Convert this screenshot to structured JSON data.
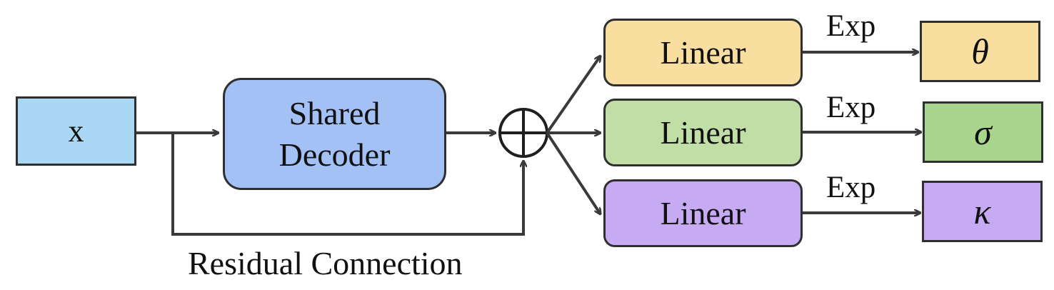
{
  "input": {
    "label": "x"
  },
  "decoder": {
    "line1": "Shared",
    "line2": "Decoder"
  },
  "residual": {
    "label": "Residual Connection"
  },
  "heads": [
    {
      "linear_label": "Linear",
      "activation_label": "Exp",
      "output_label": "θ",
      "color": "#f8df9f"
    },
    {
      "linear_label": "Linear",
      "activation_label": "Exp",
      "output_label": "σ",
      "color": "#c0dea6"
    },
    {
      "linear_label": "Linear",
      "activation_label": "Exp",
      "output_label": "κ",
      "color": "#c7aaf4"
    }
  ],
  "colors": {
    "input_fill": "#a9d7f4",
    "decoder_fill": "#a3c1f5",
    "stroke": "#3a3a3a"
  }
}
